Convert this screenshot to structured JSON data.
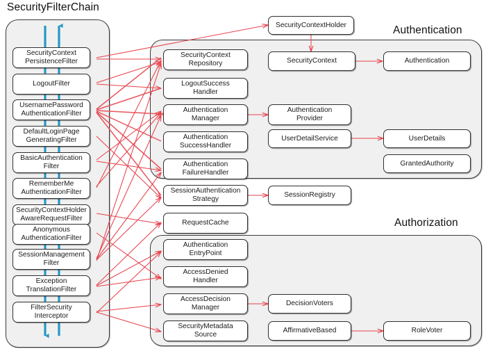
{
  "colors": {
    "group_fill": "#f0f0f0",
    "group_stroke": "#3a3a3a",
    "node_fill": "#ffffff",
    "node_stroke": "#2f2f2f",
    "relation_arrow": "#e8414b",
    "flow_arrow": "#2599c6",
    "text": "#111111"
  },
  "titles": {
    "filter_chain": "SecurityFilterChain",
    "authentication": "Authentication",
    "authorization": "Authorization"
  },
  "filter_chain": {
    "title": "SecurityFilterChain",
    "flow_icons": [
      "flow-arrow-down-icon",
      "flow-arrow-up-icon"
    ],
    "filters": [
      {
        "id": "security-context-persistence-filter",
        "label": "SecurityContext\nPersistenceFilter"
      },
      {
        "id": "logout-filter",
        "label": "LogoutFilter"
      },
      {
        "id": "username-password-authentication-filter",
        "label": "UsernamePassword\nAuthenticationFilter"
      },
      {
        "id": "default-login-page-generating-filter",
        "label": "DefaultLoginPage\nGeneratingFilter"
      },
      {
        "id": "basic-authentication-filter",
        "label": "BasicAuthentication\nFilter"
      },
      {
        "id": "remember-me-authentication-filter",
        "label": "RememberMe\nAuthenticationFilter"
      },
      {
        "id": "security-context-holder-aware-request-filter",
        "label": "SecurityContextHolder\nAwareRequestFilter"
      },
      {
        "id": "anonymous-authentication-filter",
        "label": "Anonymous\nAuthenticationFilter"
      },
      {
        "id": "session-management-filter",
        "label": "SessionManagement\nFilter"
      },
      {
        "id": "exception-translation-filter",
        "label": "Exception\nTranslationFilter"
      },
      {
        "id": "filter-security-interceptor",
        "label": "FilterSecurity\nInterceptor"
      }
    ]
  },
  "standalone_nodes": [
    {
      "id": "security-context-holder",
      "label": "SecurityContextHolder"
    },
    {
      "id": "session-authentication-strategy",
      "label": "SessionAuthentication\nStrategy"
    },
    {
      "id": "request-cache",
      "label": "RequestCache"
    },
    {
      "id": "session-registry",
      "label": "SessionRegistry"
    }
  ],
  "authentication_group": {
    "title": "Authentication",
    "column_one": [
      {
        "id": "security-context-repository",
        "label": "SecurityContext\nRepository"
      },
      {
        "id": "logout-success-handler",
        "label": "LogoutSuccess\nHandler"
      },
      {
        "id": "authentication-manager",
        "label": "Authentication\nManager"
      },
      {
        "id": "authentication-success-handler",
        "label": "Authentication\nSuccessHandler"
      },
      {
        "id": "authentication-failure-handler",
        "label": "Authentication\nFailureHandler"
      }
    ],
    "column_two": [
      {
        "id": "security-context",
        "label": "SecurityContext"
      },
      {
        "id": "authentication-provider",
        "label": "Authentication\nProvider"
      },
      {
        "id": "user-detail-service",
        "label": "UserDetailService"
      }
    ],
    "column_three": [
      {
        "id": "authentication",
        "label": "Authentication"
      },
      {
        "id": "user-details",
        "label": "UserDetails"
      },
      {
        "id": "granted-authority",
        "label": "GrantedAuthority"
      }
    ]
  },
  "authorization_group": {
    "title": "Authorization",
    "column_one": [
      {
        "id": "authentication-entry-point",
        "label": "Authentication\nEntryPoint"
      },
      {
        "id": "access-denied-handler",
        "label": "AccessDenied\nHandler"
      },
      {
        "id": "access-decision-manager",
        "label": "AccessDecision\nManager"
      },
      {
        "id": "security-metadata-source",
        "label": "SecurityMetadata\nSource"
      }
    ],
    "column_two": [
      {
        "id": "decision-voters",
        "label": "DecisionVoters"
      },
      {
        "id": "affirmative-based",
        "label": "AffirmativeBased"
      }
    ],
    "column_three": [
      {
        "id": "role-voter",
        "label": "RoleVoter"
      }
    ]
  }
}
